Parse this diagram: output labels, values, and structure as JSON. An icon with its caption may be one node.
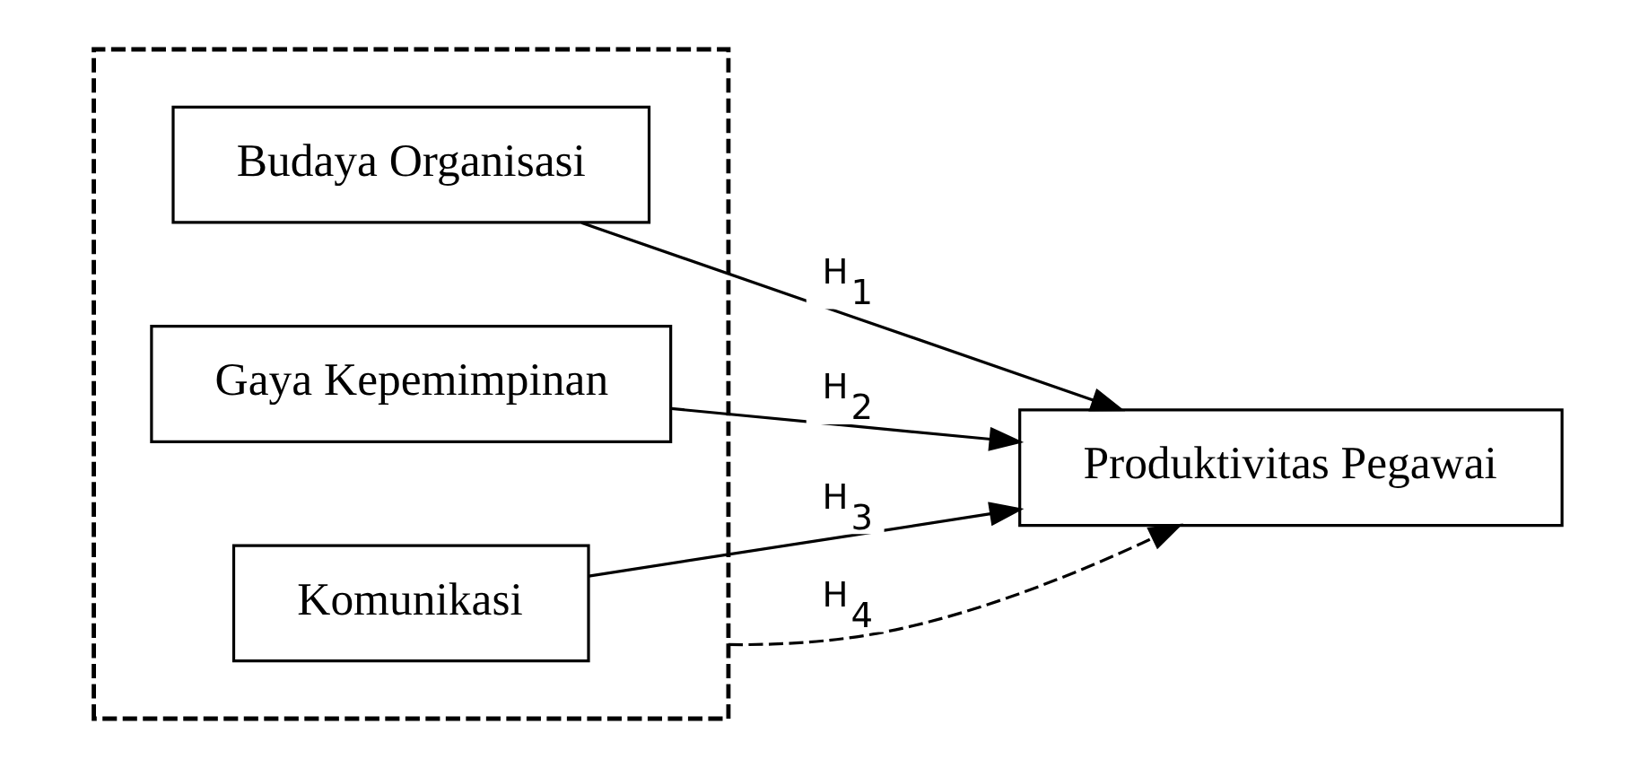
{
  "diagram": {
    "nodes": [
      {
        "text": [],
        "shape": "box"
      },
      {
        "text": [
          "Budaya Organisasi"
        ],
        "in": 0
      },
      {
        "text": [
          "Gaya Kepemimpinan"
        ],
        "in": 0
      },
      {
        "text": [
          "Komunikasi"
        ],
        "in": 0
      },
      {
        "text": [
          "Produktivitas Pegawai"
        ]
      }
    ],
    "edges": [
      {
        "from": 1,
        "to": 4,
        "arrow": "to",
        "label": "H$_{1}$"
      },
      {
        "from": 2,
        "to": 4,
        "arrow": "to",
        "label": "H$_{2}$"
      },
      {
        "from": 3,
        "to": 4,
        "arrow": "to",
        "label": "H$_{3}$"
      },
      {
        "from": 0,
        "to": 4,
        "arrow": "to",
        "label": "H$_{4}$",
        "style": "dashed"
      }
    ]
  }
}
